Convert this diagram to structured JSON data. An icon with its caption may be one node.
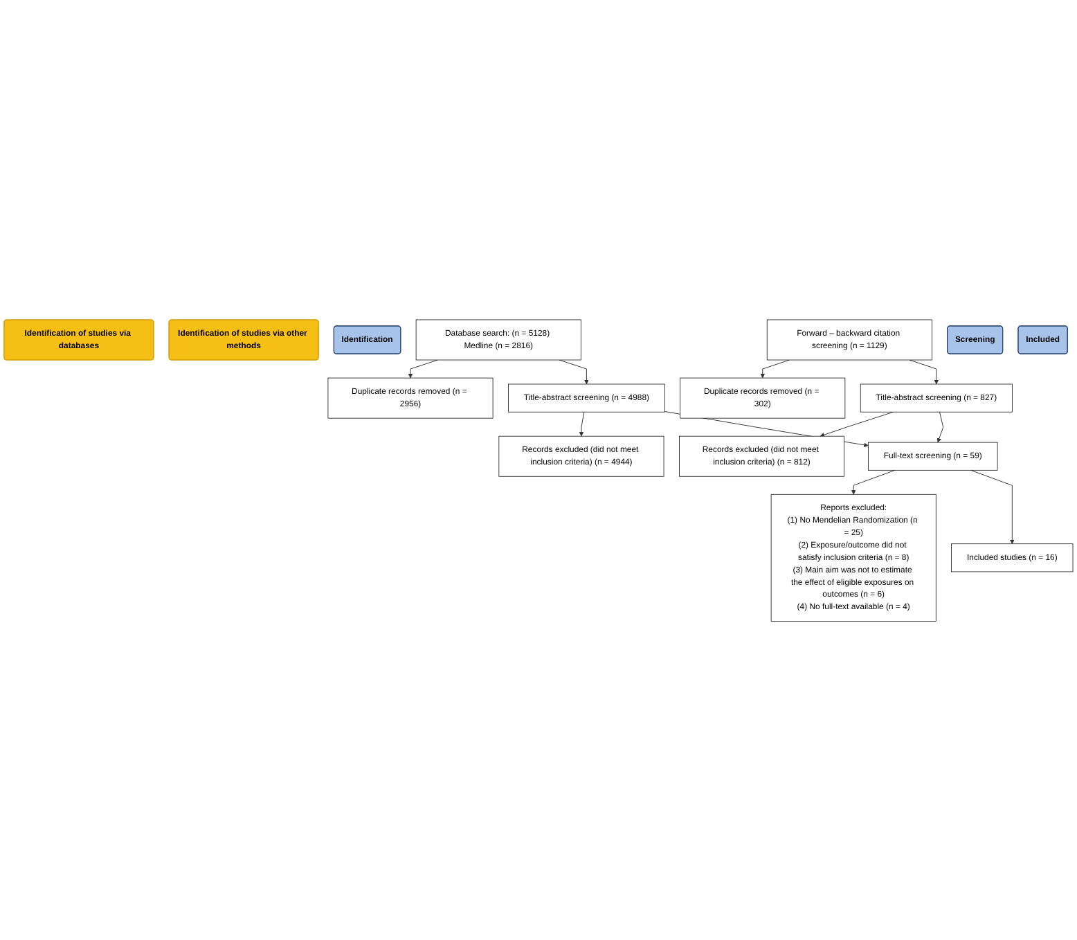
{
  "diagram": {
    "nodes": [
      {
        "text": [
          "Identification of studies via databases"
        ]
      },
      {
        "text": [
          "Identification of studies via other methods"
        ]
      },
      {
        "text": [
          "Identification"
        ]
      },
      {
        "text": [
          "Database search: (n = 5128) Medline (n = 2816)"
        ]
      },
      {
        "text": [
          "Forward – backward citation screening (n = 1129)"
        ]
      },
      {
        "text": [
          "Duplicate records removed (n = 2956)"
        ]
      },
      {
        "text": [
          "Duplicate records removed (n = 302)"
        ]
      },
      {
        "text": [
          "Screening"
        ]
      },
      {
        "text": [
          "Title-abstract screening (n = 4988)"
        ]
      },
      {
        "text": [
          "Title-abstract screening (n = 827)"
        ]
      },
      {
        "text": [
          "Records excluded (did not meet inclusion criteria) (n = 4944)"
        ]
      },
      {
        "text": [
          "Records excluded (did not meet inclusion criteria) (n = 812)"
        ]
      },
      {
        "text": [
          "Full-text screening (n = 59)"
        ]
      },
      {
        "text": [
          "Reports excluded:",
          "(1) No Mendelian Randomization (n = 25)",
          "(2) Exposure/outcome did not satisfy inclusion criteria (n = 8)",
          "(3) Main aim was not to estimate the effect of eligible exposures on outcomes (n = 6)",
          "(4) No full-text available (n = 4)"
        ]
      },
      {
        "text": [
          "Included"
        ]
      },
      {
        "text": [
          "Included studies (n = 16)"
        ]
      }
    ],
    "edges": [
      {
        "from": 3,
        "to": 5,
        "arrow": "to"
      },
      {
        "from": 3,
        "to": 8,
        "arrow": "to"
      },
      {
        "from": 4,
        "to": 6,
        "arrow": "to"
      },
      {
        "from": 4,
        "to": 9,
        "arrow": "to"
      },
      {
        "from": 8,
        "to": 10,
        "arrow": "to"
      },
      {
        "from": 8,
        "to": 12,
        "arrow": "to"
      },
      {
        "from": 9,
        "to": 11,
        "arrow": "to"
      },
      {
        "from": 9,
        "to": 12,
        "arrow": "to"
      },
      {
        "from": 12,
        "to": 13,
        "arrow": "to"
      },
      {
        "from": 12,
        "to": 15,
        "arrow": "to"
      }
    ]
  }
}
